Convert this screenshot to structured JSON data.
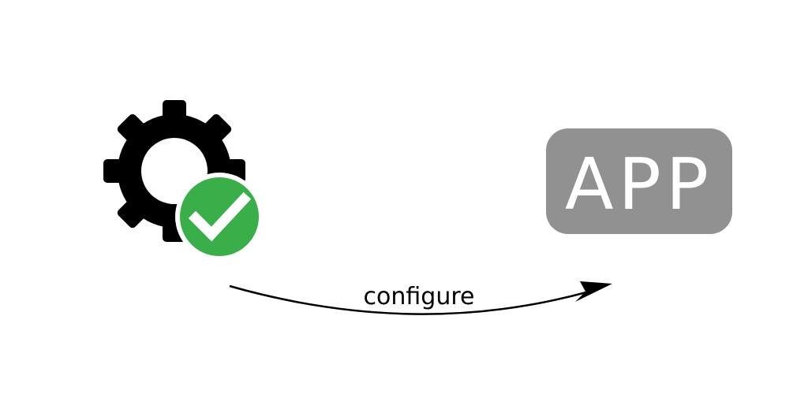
{
  "nodes": {
    "settings": {
      "icon": "gear-with-checkmark-icon",
      "gear_color": "#000000",
      "badge_color": "#3aae49",
      "check_color": "#ffffff"
    },
    "app": {
      "label": "APP",
      "box_color": "#919191",
      "text_color": "#ffffff"
    }
  },
  "edge": {
    "label": "configure",
    "from": "settings",
    "to": "app",
    "color": "#000000"
  }
}
